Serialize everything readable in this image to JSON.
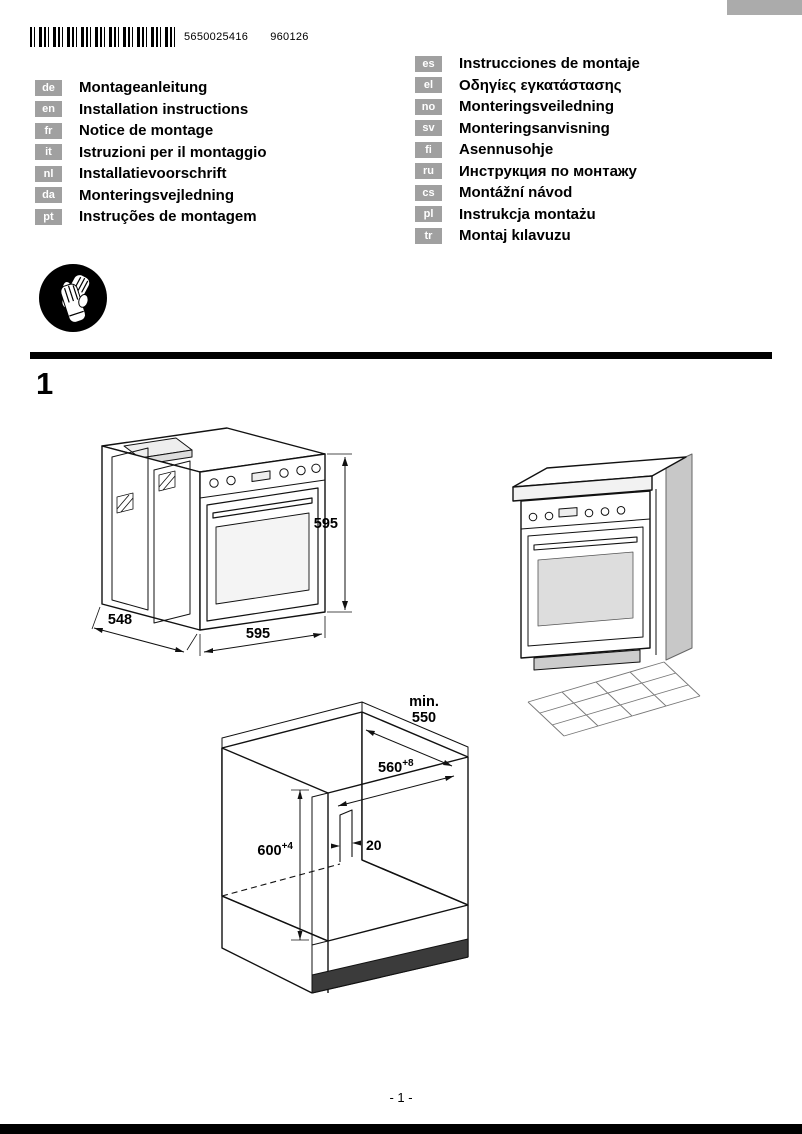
{
  "page": {
    "barcode_number": "5650025416",
    "print_code": "960126",
    "section_number": "1",
    "page_number": "- 1 -"
  },
  "colors": {
    "bar_black": "#000000",
    "badge_gray": "#a0a0a0",
    "wall_gray": "#c8c8c8",
    "plinth_dark": "#3b3b3b"
  },
  "icons": {
    "safety": "gloves-icon"
  },
  "languages_left": [
    {
      "code": "de",
      "label": "Montageanleitung"
    },
    {
      "code": "en",
      "label": "Installation instructions"
    },
    {
      "code": "fr",
      "label": "Notice de montage"
    },
    {
      "code": "it",
      "label": "Istruzioni per il montaggio"
    },
    {
      "code": "nl",
      "label": "Installatievoorschrift"
    },
    {
      "code": "da",
      "label": "Monteringsvejledning"
    },
    {
      "code": "pt",
      "label": "Instruções de montagem"
    }
  ],
  "languages_right": [
    {
      "code": "es",
      "label": "Instrucciones de montaje"
    },
    {
      "code": "el",
      "label": "Οδηγίες εγκατάστασης"
    },
    {
      "code": "no",
      "label": "Monteringsveiledning"
    },
    {
      "code": "sv",
      "label": "Monteringsanvisning"
    },
    {
      "code": "fi",
      "label": "Asennusohje"
    },
    {
      "code": "ru",
      "label": "Инструкция по монтажу"
    },
    {
      "code": "cs",
      "label": "Montážní návod"
    },
    {
      "code": "pl",
      "label": "Instrukcja montażu"
    },
    {
      "code": "tr",
      "label": "Montaj kılavuzu"
    }
  ],
  "figure": {
    "oven": {
      "height": "595",
      "depth": "548",
      "width": "595"
    },
    "niche": {
      "depth_label": "min.",
      "depth": "550",
      "width": "560",
      "width_tolerance": "+8",
      "height": "600",
      "height_tolerance": "+4",
      "rear_gap": "20"
    }
  }
}
